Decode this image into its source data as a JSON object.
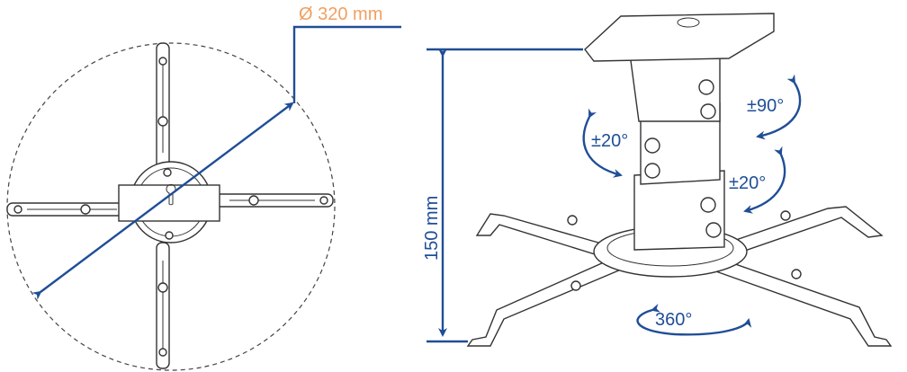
{
  "diagram": {
    "diameter_label": "Ø 320 mm",
    "height_label": "150 mm",
    "tilt_label_1": "±90°",
    "tilt_label_2": "±20°",
    "tilt_label_3": "±20°",
    "rotation_label": "360°",
    "colors": {
      "dimension": "#1f4e96",
      "diameter_text": "#f0a060",
      "line": "#333333"
    }
  }
}
